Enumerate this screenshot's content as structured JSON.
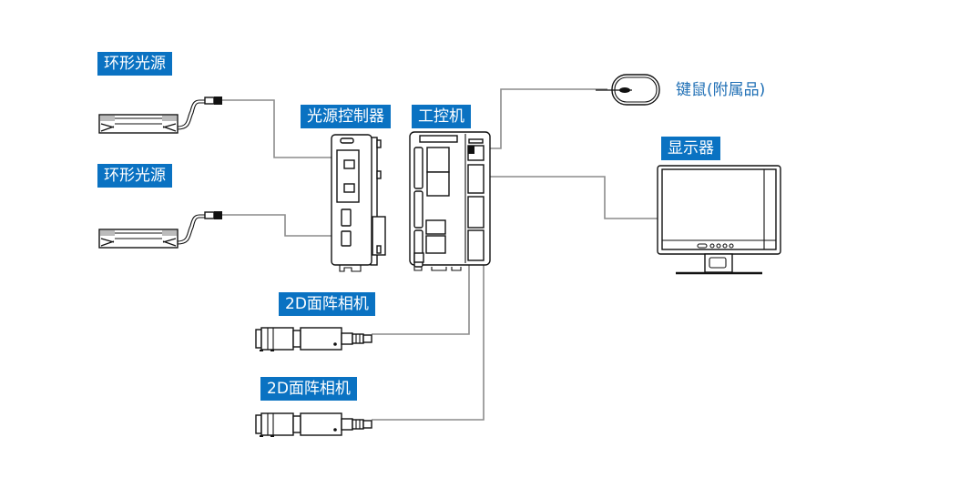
{
  "diagram": {
    "title": "",
    "accent_color": "#0a72c2",
    "wire_color": "#8c8c8c",
    "nodes": [
      {
        "id": "ring-light-1",
        "label": "环形光源",
        "icon": "ring-light-icon"
      },
      {
        "id": "ring-light-2",
        "label": "环形光源",
        "icon": "ring-light-icon"
      },
      {
        "id": "light-controller",
        "label": "光源控制器",
        "icon": "light-controller-icon"
      },
      {
        "id": "ipc",
        "label": "工控机",
        "icon": "industrial-pc-icon"
      },
      {
        "id": "keyboard-mouse",
        "label": "键鼠(附属品)",
        "icon": "mouse-icon"
      },
      {
        "id": "monitor",
        "label": "显示器",
        "icon": "monitor-icon"
      },
      {
        "id": "camera-1",
        "label": "2D面阵相机",
        "icon": "camera-icon"
      },
      {
        "id": "camera-2",
        "label": "2D面阵相机",
        "icon": "camera-icon"
      }
    ],
    "edges": [
      {
        "from": "ring-light-1",
        "to": "light-controller"
      },
      {
        "from": "ring-light-2",
        "to": "light-controller"
      },
      {
        "from": "keyboard-mouse",
        "to": "ipc"
      },
      {
        "from": "monitor",
        "to": "ipc"
      },
      {
        "from": "camera-1",
        "to": "ipc"
      },
      {
        "from": "camera-2",
        "to": "ipc"
      }
    ]
  }
}
